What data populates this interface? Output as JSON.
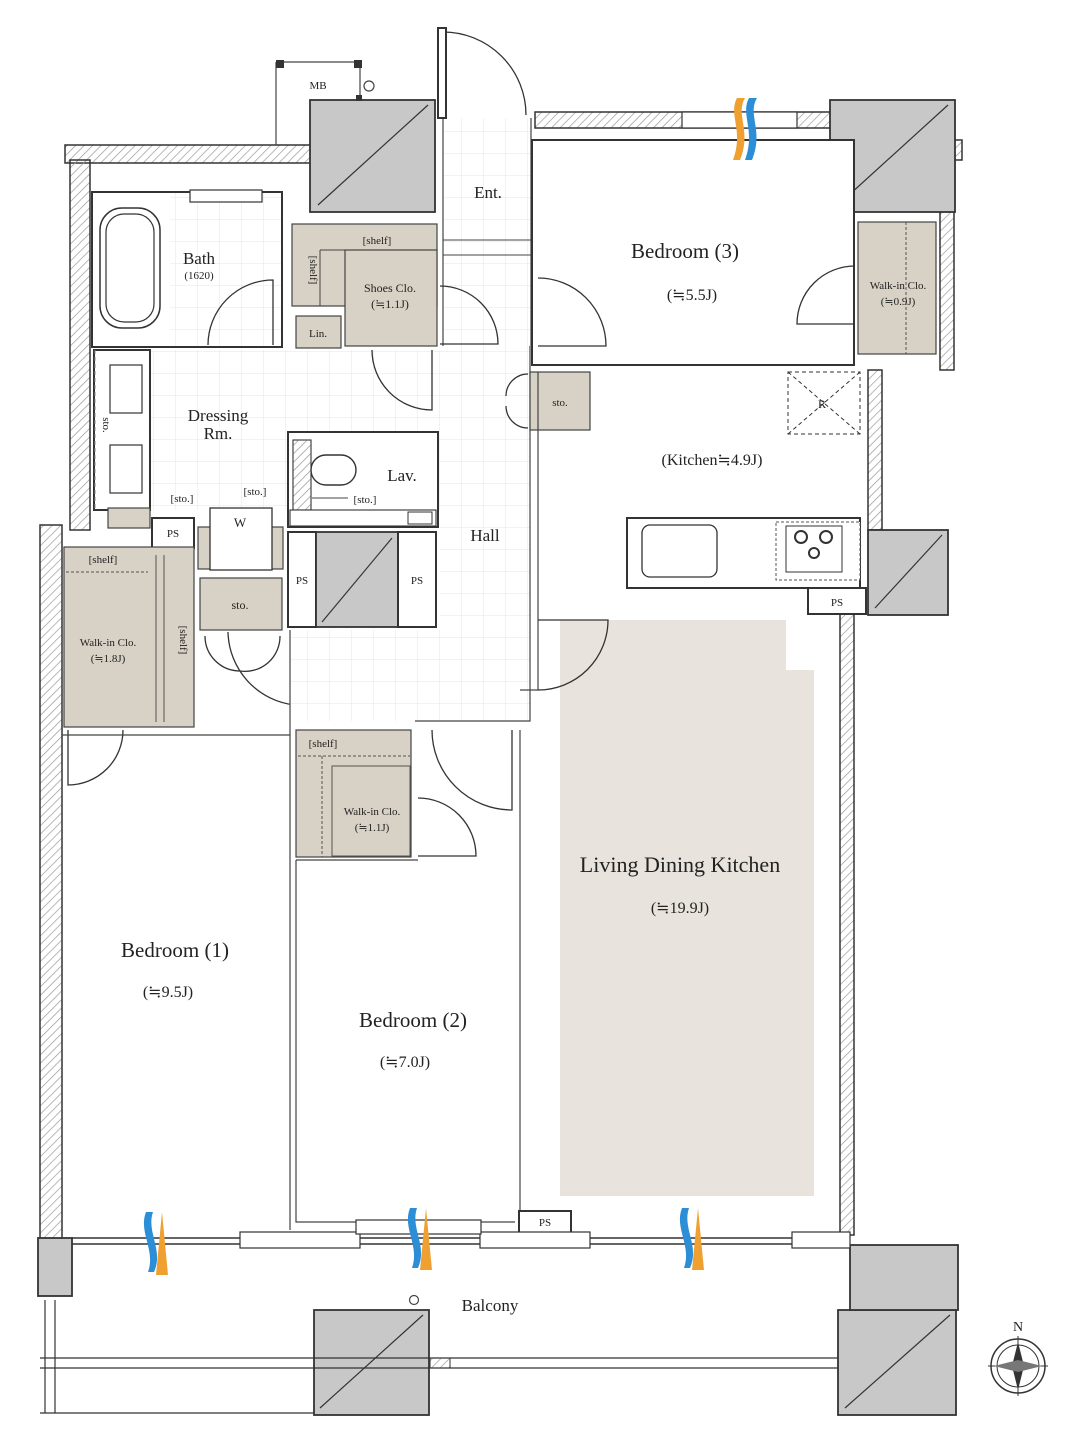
{
  "rooms": {
    "mb": "MB",
    "entrance": "Ent.",
    "bath": "Bath",
    "bath_size": "(1620)",
    "shelf": "[shelf]",
    "shoes_closet": "Shoes Clo.",
    "shoes_closet_area": "(≒1.1J)",
    "linen": "Lin.",
    "bedroom3": "Bedroom (3)",
    "bedroom3_area": "(≒5.5J)",
    "walkin3": "Walk-in Clo.",
    "walkin3_area": "(≒0.9J)",
    "dressing_line1": "Dressing",
    "dressing_line2": "Rm.",
    "sto": "sto.",
    "sto_bracket": "[sto.]",
    "lavatory": "Lav.",
    "kitchen": "(Kitchen≒4.9J)",
    "refrigerator": "R",
    "washer": "W",
    "ps": "PS",
    "hall": "Hall",
    "walkin1": "Walk-in Clo.",
    "walkin1_area": "(≒1.8J)",
    "walkin2": "Walk-in Clo.",
    "walkin2_area": "(≒1.1J)",
    "ldk": "Living Dining Kitchen",
    "ldk_area": "(≒19.9J)",
    "bedroom1": "Bedroom (1)",
    "bedroom1_area": "(≒9.5J)",
    "bedroom2": "Bedroom (2)",
    "bedroom2_area": "(≒7.0J)",
    "balcony": "Balcony"
  },
  "compass": {
    "north": "N"
  },
  "colors": {
    "storage": "#d8d1c5",
    "ldk_floor": "#e8e4dd",
    "airflow_blue": "#2b8ed6",
    "airflow_orange": "#f0a030",
    "wall_line": "#333333"
  }
}
